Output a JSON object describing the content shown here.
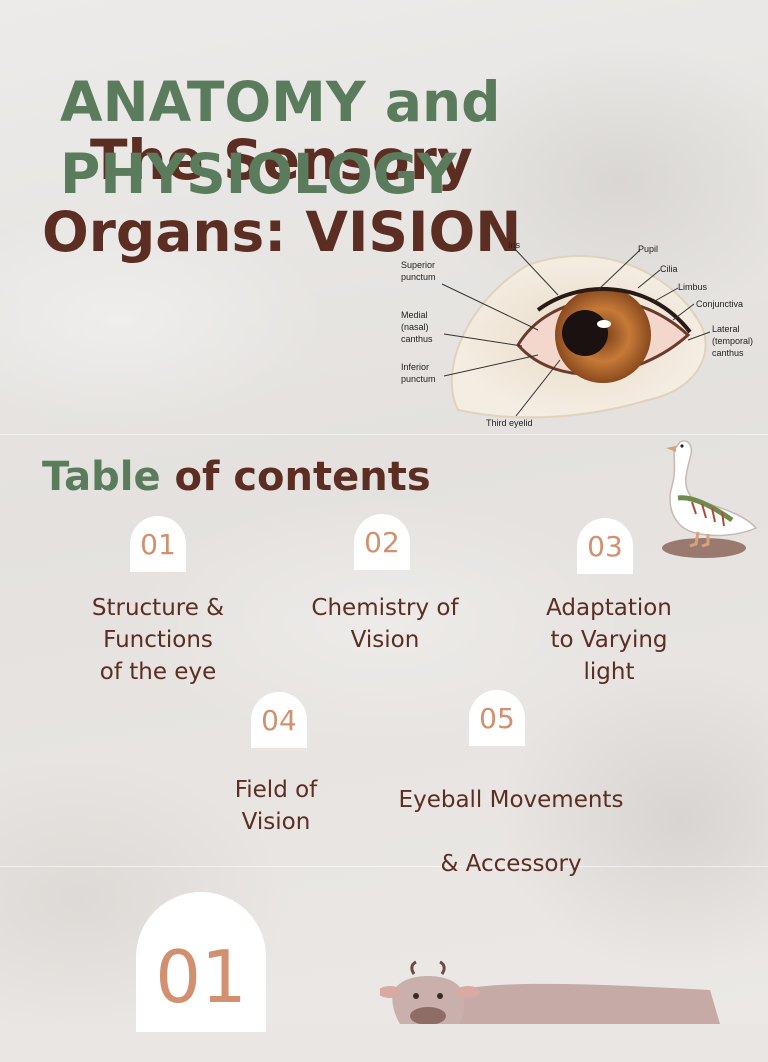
{
  "title": {
    "behind_line1": "The Sensory",
    "behind_line2": "Organs: VISION",
    "front_line1": "ANATOMY and",
    "front_line2": "PHYSIOLOGY"
  },
  "eye_figure": {
    "labels": {
      "iris": "Iris",
      "pupil": "Pupil",
      "cilia": "Cilia",
      "limbus": "Limbus",
      "conjunctiva": "Conjunctiva",
      "lateral": [
        "Lateral",
        "(temporal)",
        "canthus"
      ],
      "superior": [
        "Superior",
        "punctum"
      ],
      "medial": [
        "Medial",
        "(nasal)",
        "canthus"
      ],
      "inferior": [
        "Inferior",
        "punctum"
      ],
      "third": "Third eyelid"
    }
  },
  "toc": {
    "title_green": "Table",
    "title_brown": " of contents",
    "items": [
      {
        "num": "01",
        "lines": [
          "Structure &",
          "Functions",
          "of the eye"
        ]
      },
      {
        "num": "02",
        "lines": [
          "Chemistry of",
          "Vision"
        ]
      },
      {
        "num": "03",
        "lines": [
          "Adaptation",
          "to Varying",
          "light"
        ]
      },
      {
        "num": "04",
        "lines": [
          "Field of",
          "Vision"
        ]
      },
      {
        "num": "05",
        "lines": [
          "Eyeball Movements",
          "& Accessory"
        ]
      }
    ]
  },
  "section": {
    "num": "01"
  },
  "colors": {
    "brown": "#5c2d22",
    "green": "#5a7b5c",
    "peach": "#d29070"
  }
}
